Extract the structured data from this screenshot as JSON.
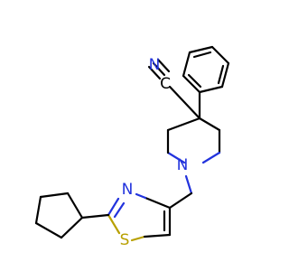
{
  "molecule": {
    "atoms": {
      "nitrile_n": {
        "text": "N",
        "color": "#2233dd"
      },
      "nitrile_c": {
        "text": "C",
        "color": "#000000"
      },
      "piperidine_n": {
        "text": "N",
        "color": "#2233dd"
      },
      "thiazole_n": {
        "text": "N",
        "color": "#2233dd"
      },
      "thiazole_s": {
        "text": "S",
        "color": "#b8a000"
      }
    },
    "colors": {
      "carbon": "#000000",
      "nitrogen": "#2233dd",
      "sulfur": "#b8a000"
    }
  }
}
